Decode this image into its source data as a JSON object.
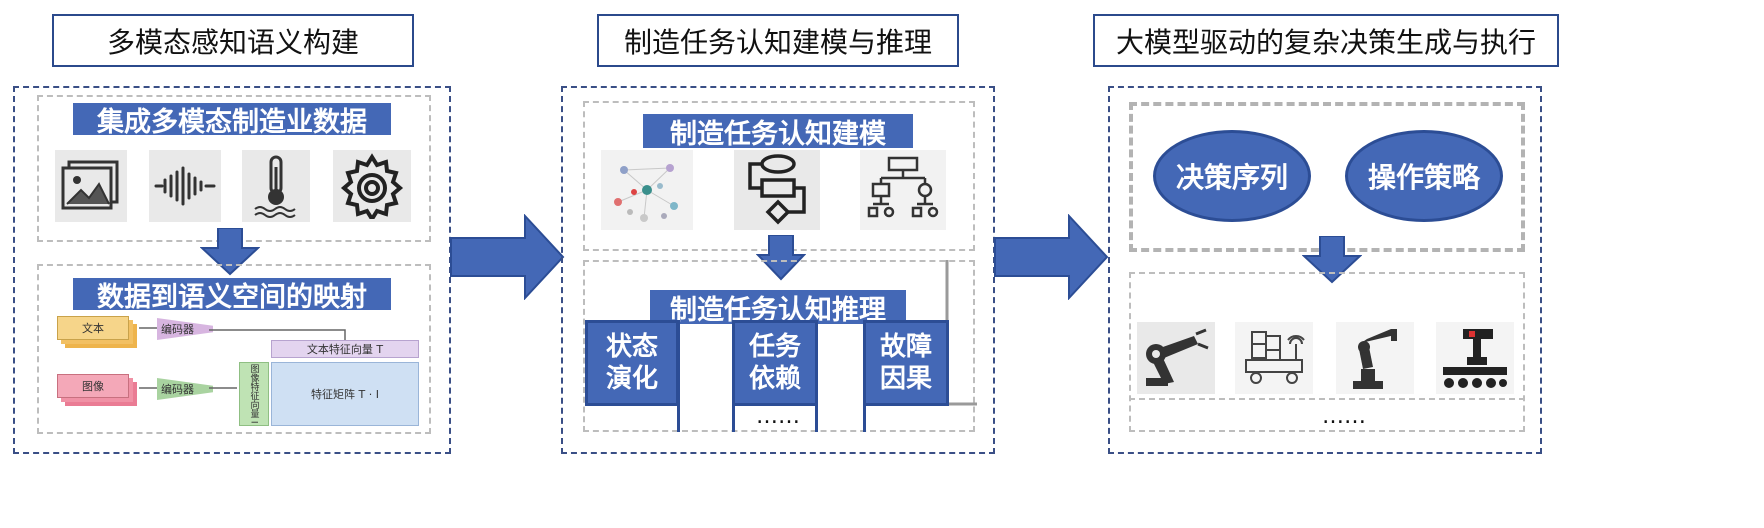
{
  "columns": [
    {
      "title": "多模态感知语义构建"
    },
    {
      "title": "制造任务认知建模与推理"
    },
    {
      "title": "大模型驱动的复杂决策生成与执行"
    }
  ],
  "col1": {
    "label_top": "集成多模态制造业数据",
    "label_bottom": "数据到语义空间的映射",
    "icons": [
      "image-icon",
      "audio-wave-icon",
      "thermometer-icon",
      "gear-icon"
    ],
    "mini_diagram": {
      "text_in": "文本",
      "image_in": "图像",
      "encoder1": "编码器",
      "encoder2": "编码器",
      "text_vec": "文本特征向量 T",
      "image_vec": "图像特征向量 I",
      "matrix": "特征矩阵 T · I"
    }
  },
  "col2": {
    "label_top": "制造任务认知建模",
    "label_bottom": "制造任务认知推理",
    "icons": [
      "network-graph-icon",
      "flowchart-icon",
      "hierarchy-tree-icon"
    ],
    "nodes": [
      {
        "line1": "状态",
        "line2": "演化"
      },
      {
        "line1": "任务",
        "line2": "依赖"
      },
      {
        "line1": "故障",
        "line2": "因果"
      }
    ],
    "ellipsis": "……"
  },
  "col3": {
    "ellipse_left": "决策序列",
    "ellipse_right": "操作策略",
    "icons": [
      "robot-arm-icon",
      "agv-cart-icon",
      "industrial-robot-icon",
      "conveyor-robot-icon"
    ],
    "ellipsis": "……"
  },
  "colors": {
    "accent": "#4468b6",
    "border": "#2b4a8c"
  }
}
